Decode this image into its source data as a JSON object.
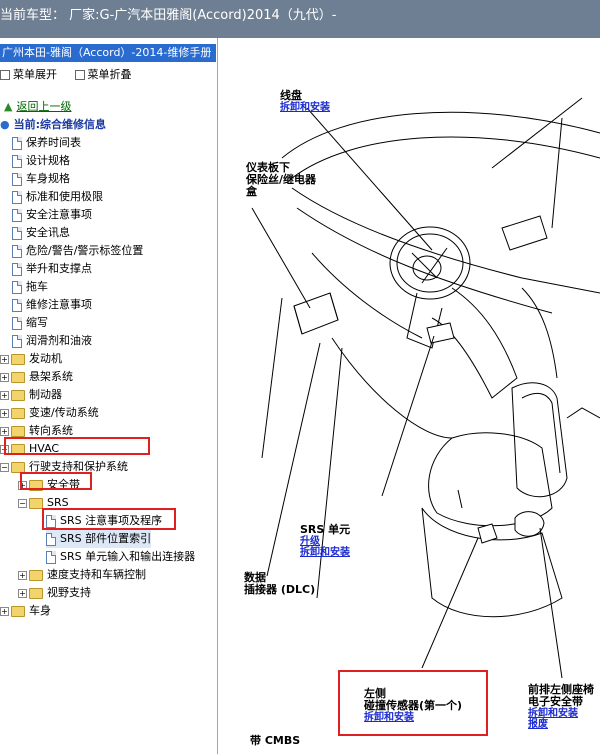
{
  "window": {
    "title": "当前车型：  厂家:G-广汽本田雅阁(Accord)2014（九代）-"
  },
  "left_panel": {
    "manual_title": "广州本田-雅阁（Accord）-2014-维修手册",
    "toolbar": {
      "expand": "菜单展开",
      "collapse": "菜单折叠"
    },
    "nav": {
      "up": "返回上一级",
      "current": "当前:综合维修信息"
    },
    "tree": [
      "保养时间表",
      "设计规格",
      "车身规格",
      "标准和使用极限",
      "安全注意事项",
      "安全讯息",
      "危险/警告/警示标签位置",
      "举升和支撑点",
      "拖车",
      "维修注意事项",
      "缩写",
      "润滑剂和油液"
    ],
    "folders": [
      "发动机",
      "悬架系统",
      "制动器",
      "变速/传动系统",
      "转向系统",
      "HVAC"
    ],
    "active_folder": "行驶支持和保护系统",
    "sub_folders": [
      "安全带",
      "SRS"
    ],
    "srs_items": [
      "SRS 注意事项及程序",
      "SRS 部件位置索引",
      "SRS 单元输入和输出连接器"
    ],
    "after_folders": [
      "速度支持和车辆控制",
      "视野支持"
    ],
    "last_folder": "车身"
  },
  "diagram": {
    "labels": {
      "steering": "线盘",
      "steering_link": "拆卸和安装",
      "fuse_box_1": "仪表板下",
      "fuse_box_2": "保险丝/继电器",
      "fuse_box_3": "盒",
      "srs_unit": "SRS 单元",
      "srs_link1": "升级",
      "srs_link2": "拆卸和安装",
      "dlc_1": "数据",
      "dlc_2": "插接器 (DLC)",
      "sensor_1": "左侧",
      "sensor_2": "碰撞传感器(第一个)",
      "sensor_link": "拆卸和安装",
      "front_1": "前排左侧座椅",
      "front_2": "电子安全带",
      "front_link1": "拆卸和安装",
      "front_link2": "报废",
      "cmbs": "带 CMBS"
    }
  }
}
